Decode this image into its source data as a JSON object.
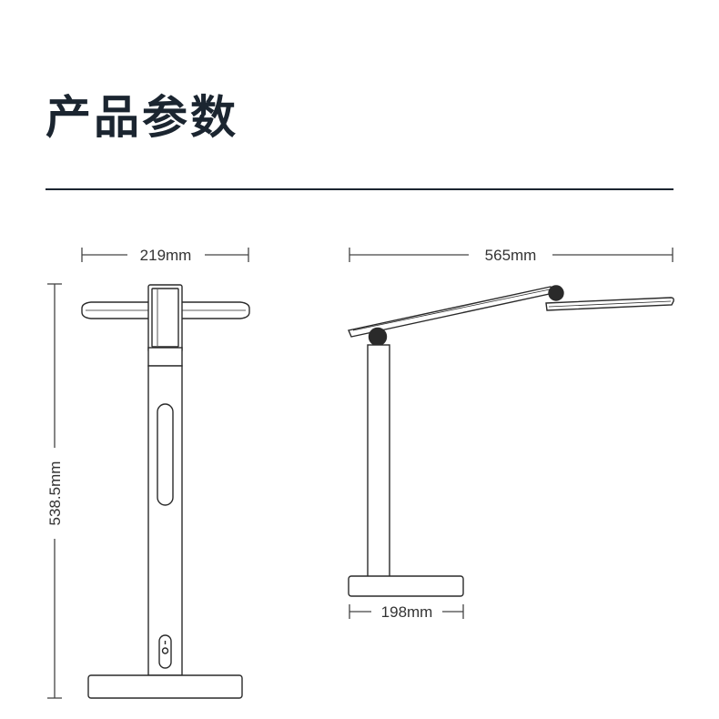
{
  "title": "产品参数",
  "dimensions": {
    "front_width": "219mm",
    "front_height": "538.5mm",
    "side_reach": "565mm",
    "base_depth": "198mm"
  },
  "colors": {
    "title": "#1b2530",
    "outline": "#2a2a2a",
    "dimension_text": "#333333",
    "dimension_line": "#444444"
  }
}
